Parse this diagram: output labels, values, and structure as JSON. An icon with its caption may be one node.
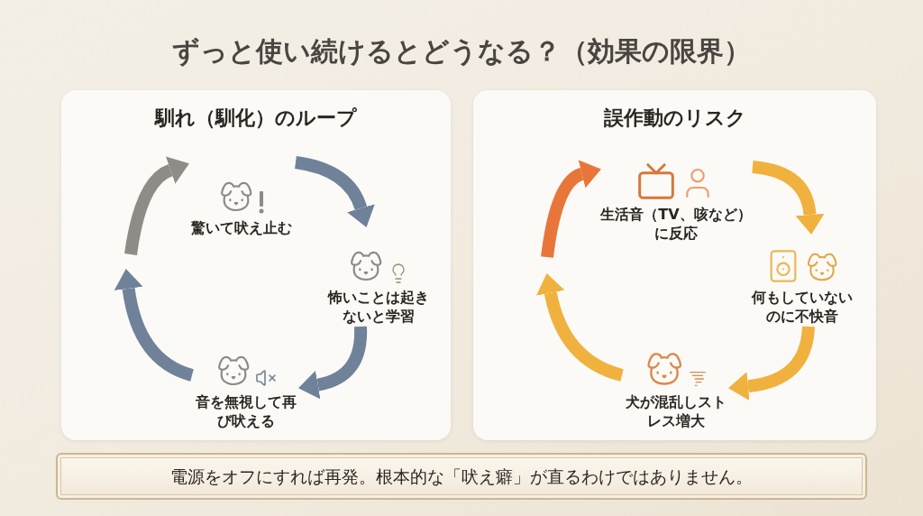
{
  "diagram": {
    "title": "ずっと使い続けるとどうなる？（効果の限界）",
    "nodes": [
      {
        "text": [
          "馴れ（馴化）のループ"
        ]
      },
      {
        "text": [
          "驚いて吠え止む"
        ],
        "in": 0
      },
      {
        "text": [
          "怖いことは起きないと学習"
        ],
        "in": 0
      },
      {
        "text": [
          "音を無視して再び吠える"
        ],
        "in": 0
      },
      {
        "text": [
          "誤作動のリスク"
        ]
      },
      {
        "text": [
          "生活音（TV、咳など）に反応"
        ],
        "in": 4
      },
      {
        "text": [
          "何もしていないのに不快音"
        ],
        "in": 4
      },
      {
        "text": [
          "犬が混乱しストレス増大"
        ],
        "in": 4
      },
      {
        "text": [
          "電源をオフにすれば再発。根本的な「吠え癖」が直るわけではありません。"
        ]
      }
    ],
    "edges": [
      {
        "from": 1,
        "to": 2,
        "arrow": "to",
        "color": "#6f8299"
      },
      {
        "from": 2,
        "to": 3,
        "arrow": "to",
        "color": "#6f8299"
      },
      {
        "from": 3,
        "to": null,
        "arrow": "to",
        "color": "#6f8299"
      },
      {
        "from": null,
        "to": 1,
        "arrow": "to",
        "color": "#8e8c86"
      },
      {
        "from": 5,
        "to": 6,
        "arrow": "to",
        "color": "#f0b13e"
      },
      {
        "from": 6,
        "to": 7,
        "arrow": "to",
        "color": "#f0b13e"
      },
      {
        "from": 7,
        "to": null,
        "arrow": "to",
        "color": "#f0b13e"
      },
      {
        "from": null,
        "to": 5,
        "arrow": "to",
        "color": "#e8763a"
      }
    ]
  }
}
